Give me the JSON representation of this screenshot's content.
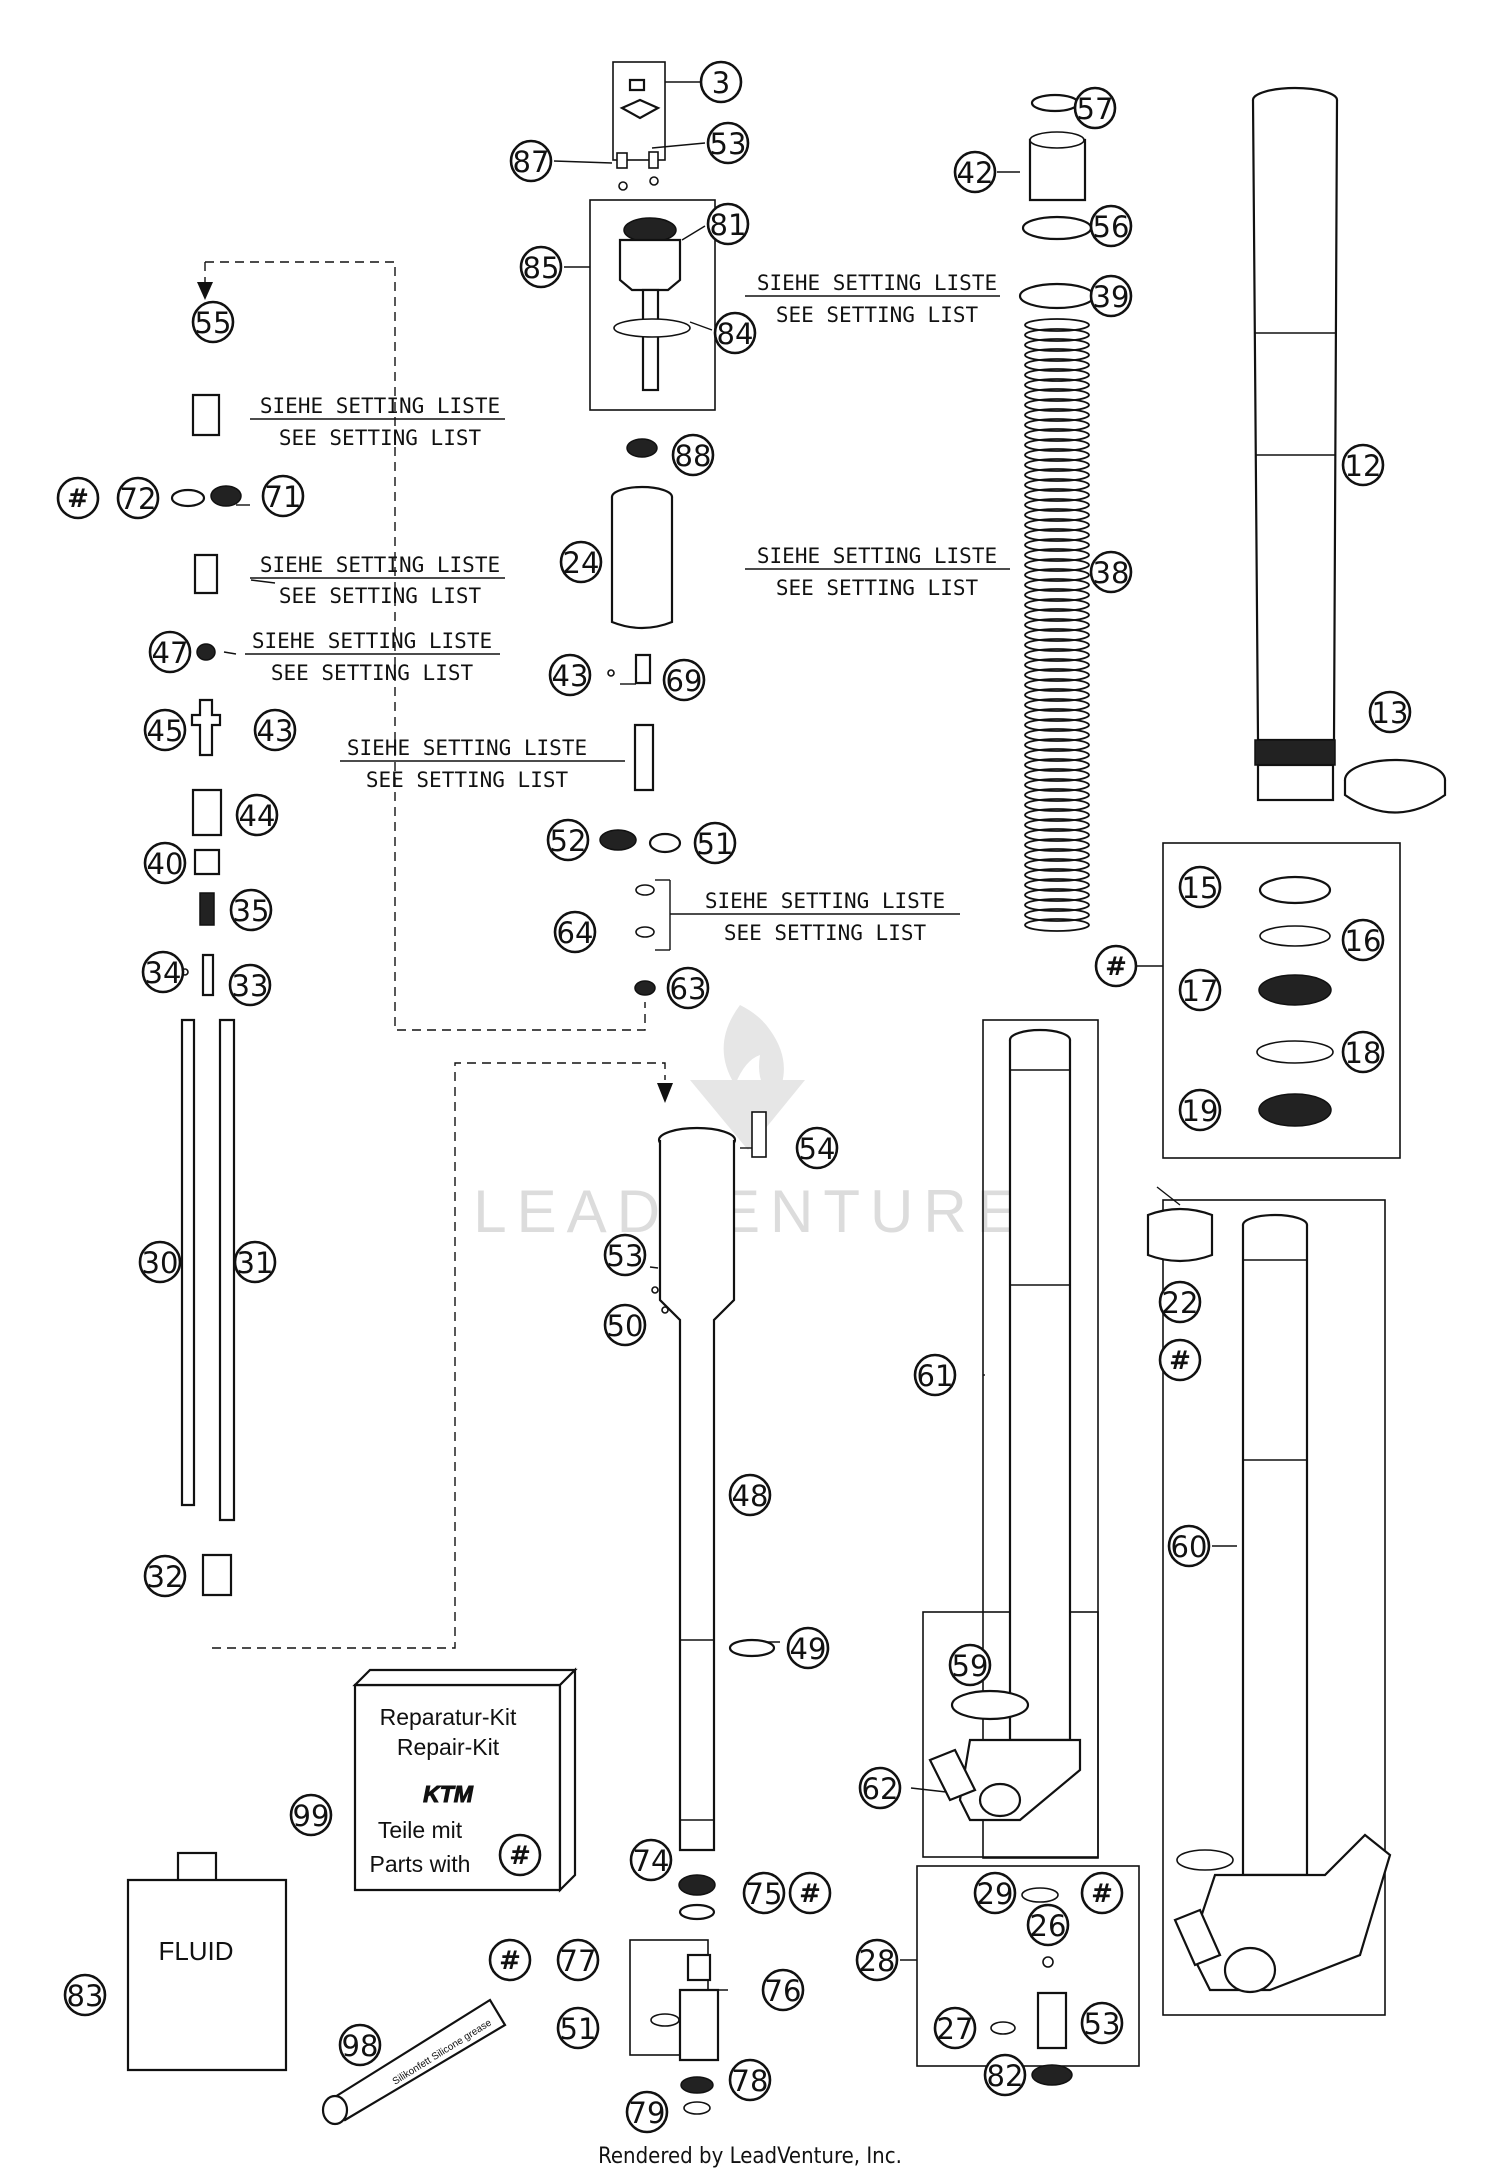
{
  "callouts": [
    "3",
    "53",
    "87",
    "81",
    "85",
    "84",
    "57",
    "42",
    "56",
    "39",
    "38",
    "12",
    "13",
    "55",
    "72",
    "71",
    "47",
    "45",
    "43",
    "44",
    "40",
    "35",
    "34",
    "33",
    "30",
    "31",
    "32",
    "88",
    "24",
    "43",
    "69",
    "52",
    "51",
    "64",
    "63",
    "54",
    "53",
    "50",
    "48",
    "49",
    "74",
    "75",
    "77",
    "76",
    "51",
    "78",
    "79",
    "98",
    "83",
    "99",
    "15",
    "16",
    "17",
    "18",
    "19",
    "22",
    "61",
    "60",
    "59",
    "62",
    "29",
    "26",
    "27",
    "53",
    "28",
    "82"
  ],
  "hash_symbol": "#",
  "setting_notes": {
    "de": "SIEHE SETTING LISTE",
    "en": "SEE SETTING LIST"
  },
  "repair_kit": {
    "line1": "Reparatur-Kit",
    "line2": "Repair-Kit",
    "brand": "KTM",
    "line3": "Teile mit",
    "line4": "Parts with"
  },
  "fluid_label": "FLUID",
  "tube_label": "Silikonfett Silicone grease",
  "watermark": "LEADVENTURE",
  "footer": "Rendered by LeadVenture, Inc."
}
